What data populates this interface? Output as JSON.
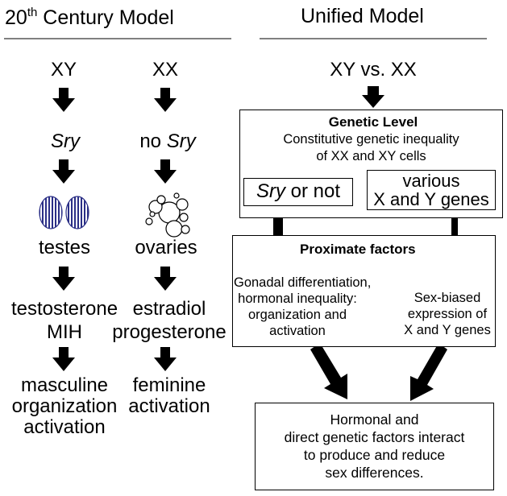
{
  "left": {
    "title": "20",
    "title_sup": "th",
    "title_rest": " Century Model",
    "male": {
      "genotype": "XY",
      "gene": "Sry",
      "gonad": "testes",
      "hormone_lines": [
        "testosterone",
        "MIH"
      ],
      "outcome_lines": [
        "masculine",
        "organization",
        "activation"
      ]
    },
    "female": {
      "genotype": "XX",
      "gene_prefix": "no ",
      "gene": "Sry",
      "gonad": "ovaries",
      "hormone_lines": [
        "estradiol",
        "progesterone"
      ],
      "outcome_lines": [
        "feminine",
        "activation"
      ]
    }
  },
  "right": {
    "title": "Unified Model",
    "top": "XY vs. XX",
    "genetic": {
      "heading": "Genetic Level",
      "lines": [
        "Constitutive genetic inequality",
        "of XX and XY cells"
      ],
      "sry_italic": "Sry",
      "sry_rest": " or not",
      "xy_lines": [
        "various",
        "X and Y genes"
      ]
    },
    "proximate": {
      "heading": "Proximate factors",
      "left_lines": [
        "Gonadal differentiation,",
        "hormonal inequality:",
        "organization and",
        "activation"
      ],
      "right_lines": [
        "Sex-biased",
        "expression of",
        "X and Y genes"
      ]
    },
    "result_lines": [
      "Hormonal and",
      "direct genetic factors interact",
      "to produce and reduce",
      "sex differences."
    ]
  },
  "colors": {
    "arrow": "#000000",
    "stripe": "#2b2f86"
  },
  "icons": [
    "striped-oval-icon",
    "bubble-cluster-icon",
    "down-arrow-icon"
  ]
}
